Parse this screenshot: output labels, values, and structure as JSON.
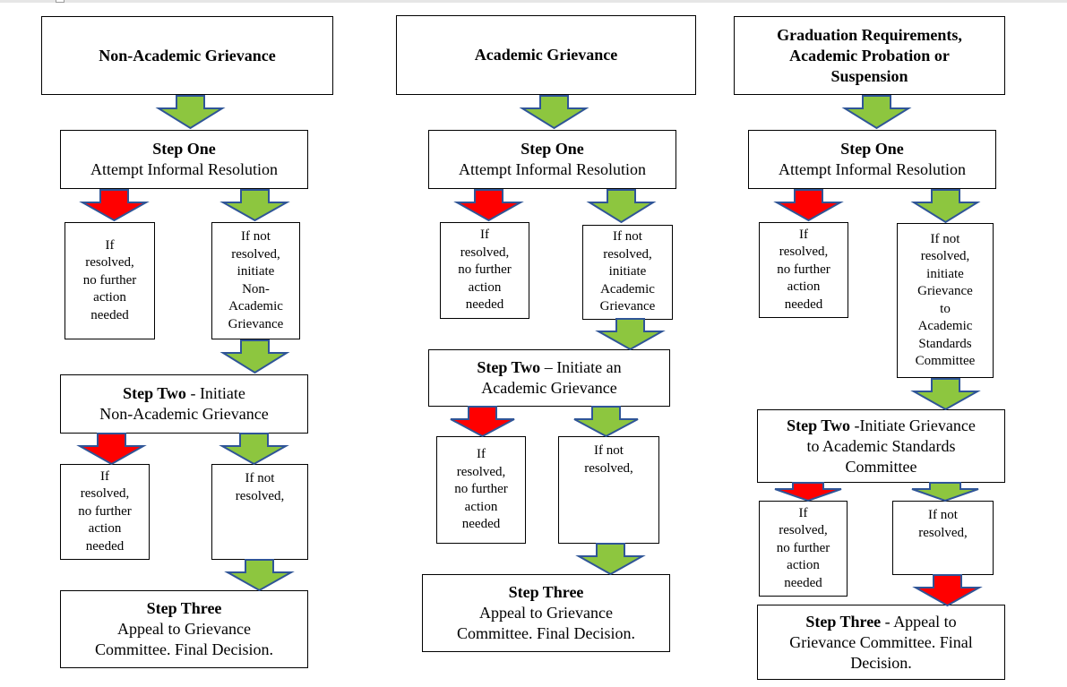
{
  "colors": {
    "proceed_arrow": "#8dc63f",
    "resolved_arrow": "#ff0000",
    "arrow_outline": "#2f5597"
  },
  "columns": [
    {
      "header": "Non-Academic Grievance",
      "step_one": {
        "title": "Step One",
        "text": "Attempt Informal Resolution"
      },
      "step_one_resolved": [
        "If",
        "resolved,",
        "no further",
        "action",
        "needed"
      ],
      "step_one_unresolved": [
        "If not",
        "resolved,",
        "initiate",
        "Non-",
        "Academic",
        "Grievance"
      ],
      "step_two": {
        "title": "Step Two",
        "sep": " - ",
        "rest": "Initiate",
        "line2": "Non-Academic Grievance"
      },
      "step_two_resolved": [
        "If",
        "resolved,",
        "no further",
        "action",
        "needed"
      ],
      "step_two_unresolved": [
        "If not",
        "resolved,"
      ],
      "step_three": {
        "title": "Step Three",
        "line1": "Appeal to Grievance",
        "line2": "Committee. Final Decision."
      }
    },
    {
      "header": "Academic Grievance",
      "step_one": {
        "title": "Step One",
        "text": "Attempt Informal Resolution"
      },
      "step_one_resolved": [
        "If",
        "resolved,",
        "no further",
        "action",
        "needed"
      ],
      "step_one_unresolved": [
        "If not",
        "resolved,",
        "initiate",
        "Academic",
        "Grievance"
      ],
      "step_two": {
        "title": "Step Two",
        "sep": " – ",
        "rest": "Initiate an",
        "line2": "Academic Grievance"
      },
      "step_two_resolved": [
        "If",
        "resolved,",
        "no further",
        "action",
        "needed"
      ],
      "step_two_unresolved": [
        "If not",
        "resolved,"
      ],
      "step_three": {
        "title": "Step Three",
        "line1": "Appeal to Grievance",
        "line2": "Committee. Final Decision."
      }
    },
    {
      "header_lines": [
        "Graduation Requirements,",
        "Academic Probation or",
        "Suspension"
      ],
      "step_one": {
        "title": "Step One",
        "text": "Attempt Informal Resolution"
      },
      "step_one_resolved": [
        "If",
        "resolved,",
        "no further",
        "action",
        "needed"
      ],
      "step_one_unresolved": [
        "If not",
        "resolved,",
        "initiate",
        "Grievance",
        "to",
        "Academic",
        "Standards",
        "Committee"
      ],
      "step_two": {
        "title": "Step Two",
        "sep": " -",
        "rest": "Initiate Grievance",
        "line2": "to Academic Standards",
        "line3": "Committee"
      },
      "step_two_resolved": [
        "If",
        "resolved,",
        "no further",
        "action",
        "needed"
      ],
      "step_two_unresolved": [
        "If not",
        "resolved,"
      ],
      "step_three": {
        "title": "Step Three",
        "sep": " - ",
        "rest": "Appeal to",
        "line2": "Grievance Committee. Final",
        "line3": "Decision."
      }
    }
  ]
}
